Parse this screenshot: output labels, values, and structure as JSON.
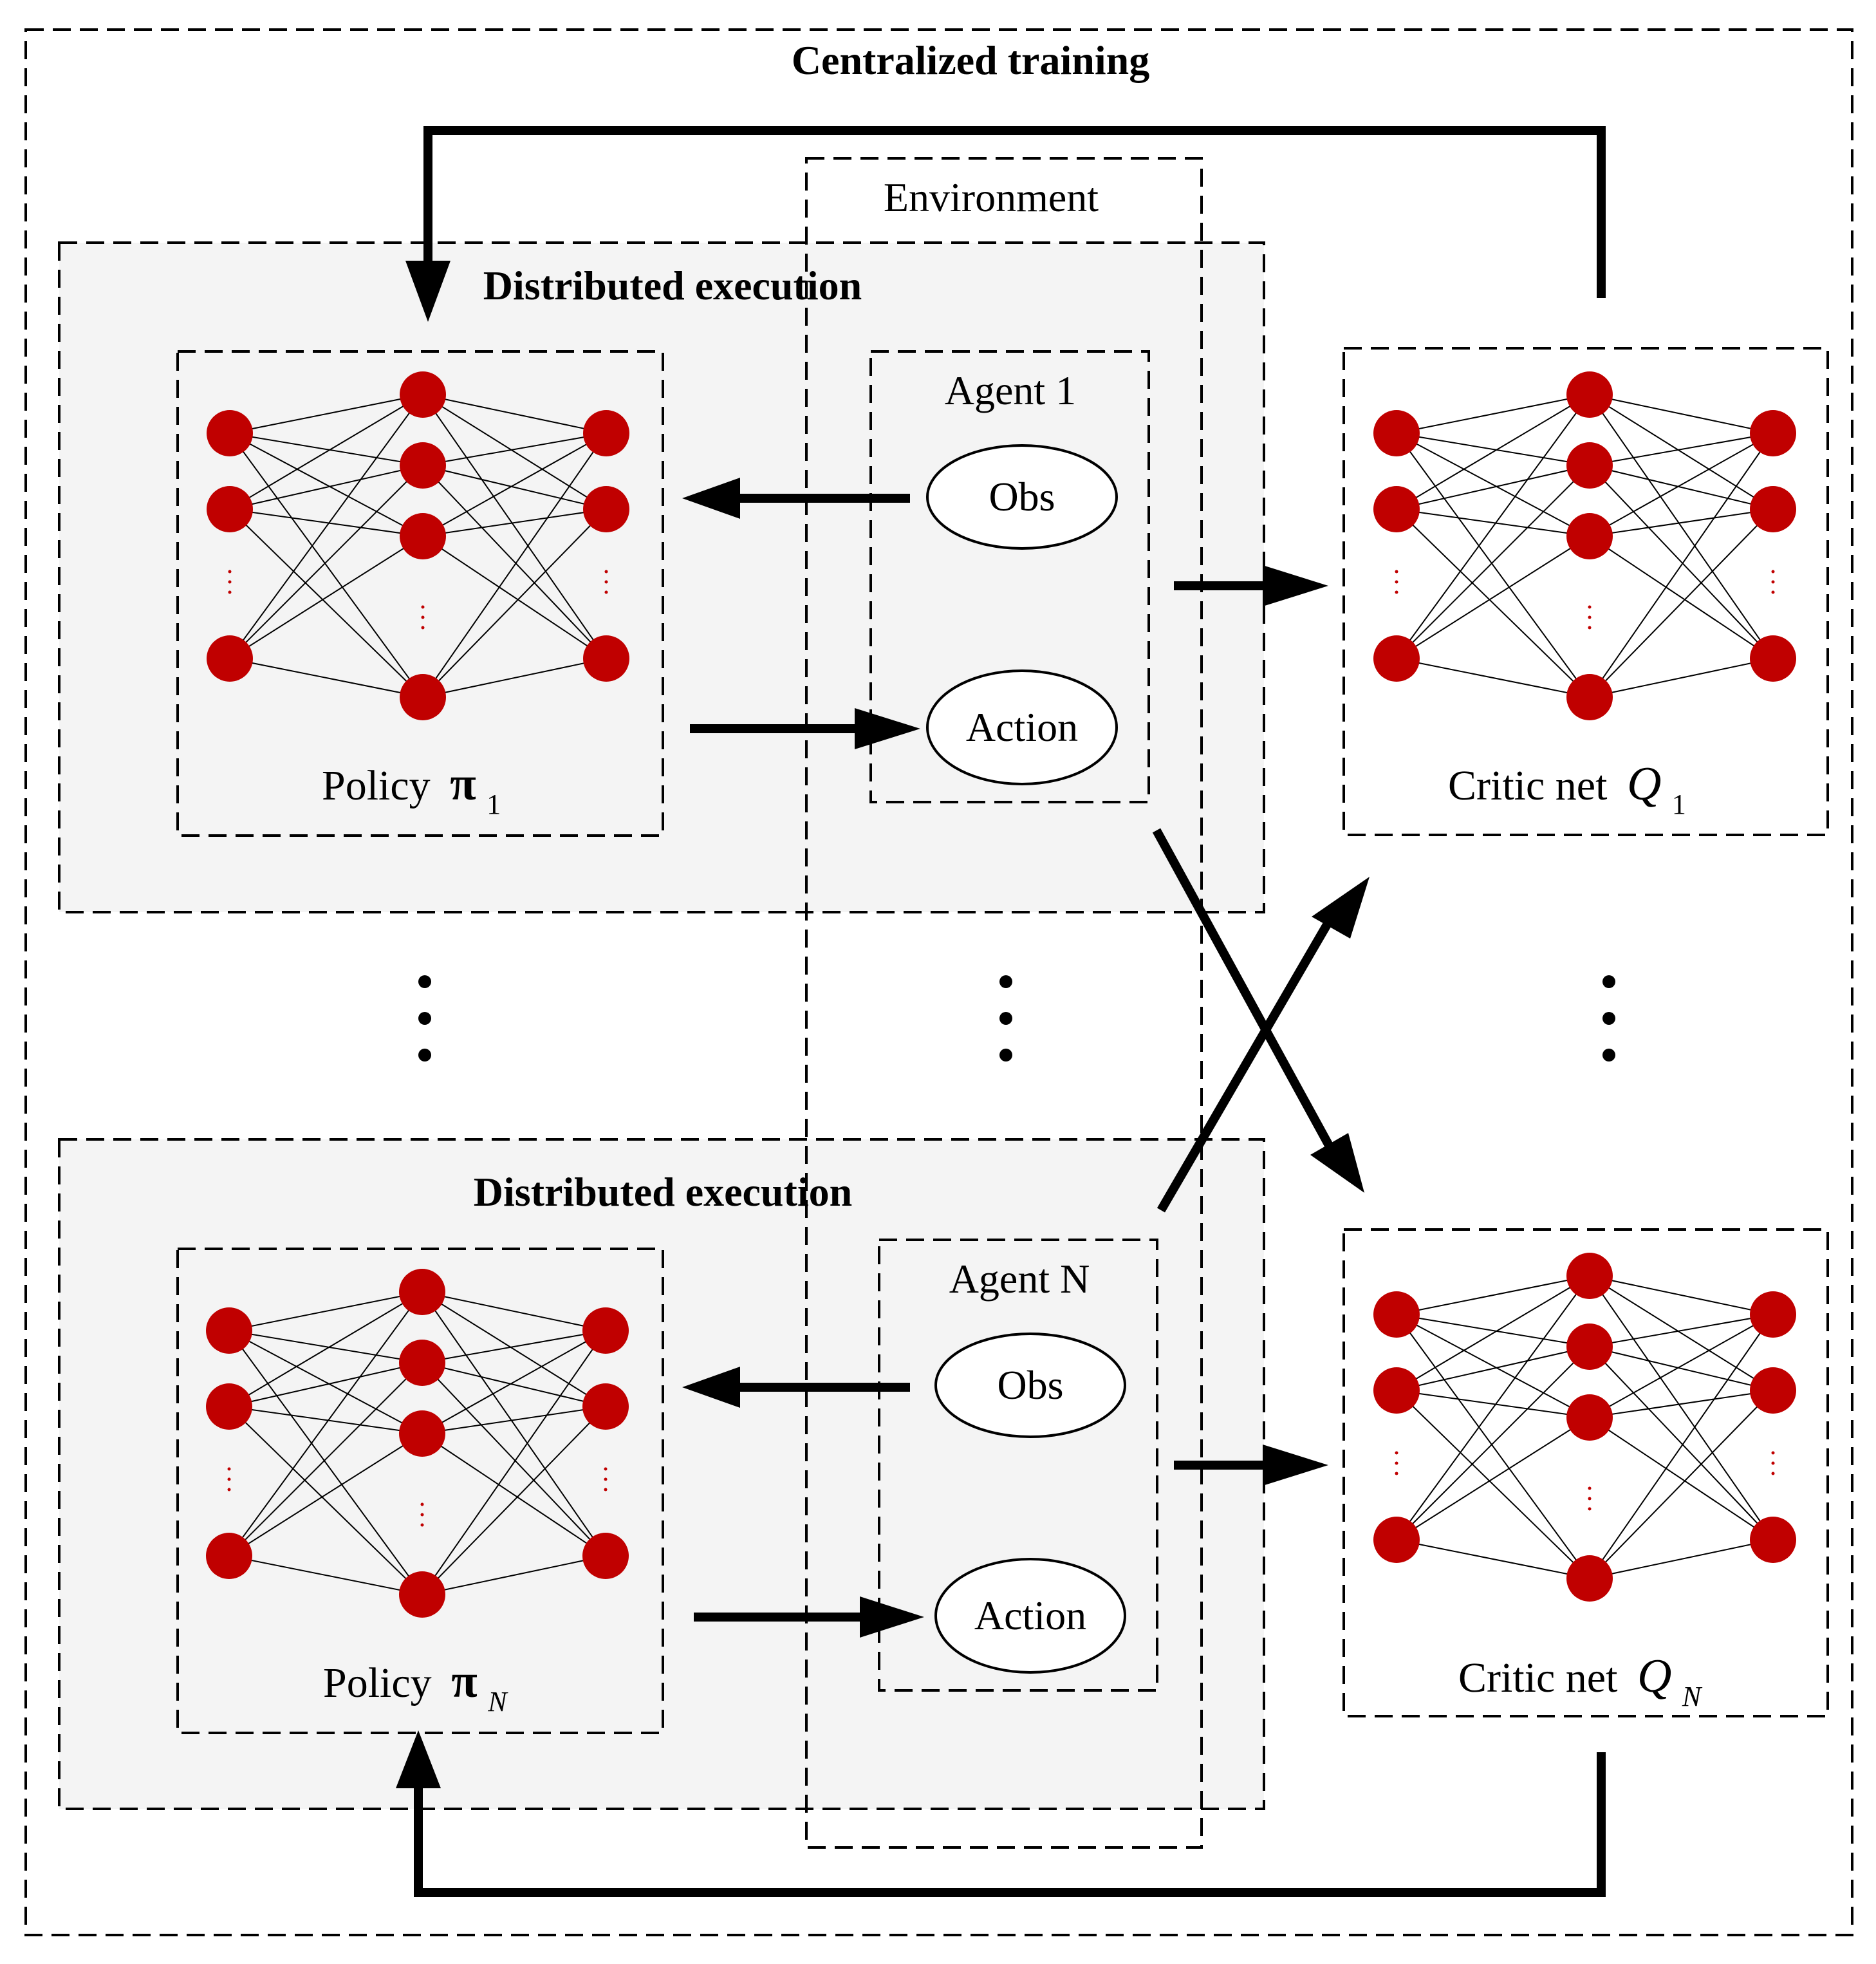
{
  "title": "Centralized training",
  "environment_label": "Environment",
  "execution_label": "Distributed execution",
  "agents": [
    {
      "label": "Agent 1",
      "obs": "Obs",
      "action": "Action"
    },
    {
      "label": "Agent N",
      "obs": "Obs",
      "action": "Action"
    }
  ],
  "policies": [
    {
      "prefix": "Policy",
      "symbol": "π",
      "subscript": "1"
    },
    {
      "prefix": "Policy",
      "symbol": "π",
      "subscript": "N"
    }
  ],
  "critics": [
    {
      "prefix": "Critic net",
      "symbol": "Q",
      "subscript": "1"
    },
    {
      "prefix": "Critic net",
      "symbol": "Q",
      "subscript": "N"
    }
  ],
  "colors": {
    "neuron": "#c00000",
    "panel_fill": "#f4f4f4",
    "arrow": "#000000"
  }
}
